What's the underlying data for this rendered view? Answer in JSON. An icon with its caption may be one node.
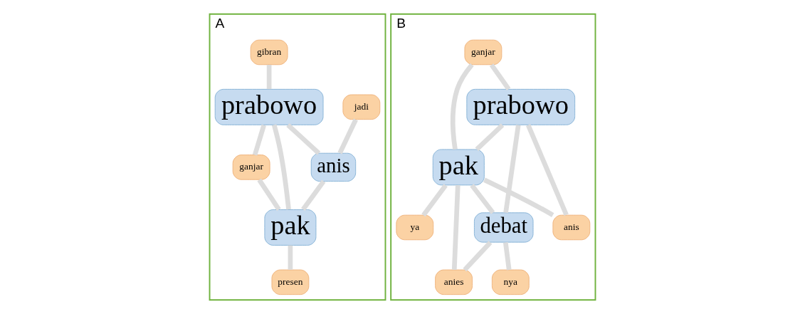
{
  "diagram": {
    "nodes": [
      {
        "text": [
          "A"
        ]
      },
      {
        "text": [
          "jadi"
        ],
        "in": 0
      },
      {
        "text": [
          "anis"
        ],
        "in": 0
      },
      {
        "text": [
          "gibran"
        ],
        "in": 0
      },
      {
        "text": [
          "prabowo"
        ],
        "in": 0
      },
      {
        "text": [
          "ganjar"
        ],
        "in": 0
      },
      {
        "text": [
          "presen"
        ],
        "in": 0
      },
      {
        "text": [
          "pak"
        ],
        "in": 0
      },
      {
        "text": [
          "B"
        ]
      },
      {
        "text": [
          "ganjar"
        ],
        "in": 8
      },
      {
        "text": [
          "pak"
        ],
        "in": 8
      },
      {
        "text": [
          "prabowo"
        ],
        "in": 8
      },
      {
        "text": [
          "anis"
        ],
        "in": 8
      },
      {
        "text": [
          "debat"
        ],
        "in": 8
      },
      {
        "text": [
          "ya"
        ],
        "in": 8
      },
      {
        "text": [
          "anies"
        ],
        "in": 8
      },
      {
        "text": [
          "nya"
        ],
        "in": 8
      }
    ],
    "edges": [
      {
        "from": 1,
        "to": 2,
        "arrow": "none"
      },
      {
        "from": 4,
        "to": 2,
        "arrow": "none"
      },
      {
        "from": 3,
        "to": 4,
        "arrow": "none"
      },
      {
        "from": 4,
        "to": 5,
        "arrow": "none"
      },
      {
        "from": 4,
        "to": 7,
        "arrow": "none"
      },
      {
        "from": 2,
        "to": 7,
        "arrow": "none"
      },
      {
        "from": 5,
        "to": 7,
        "arrow": "none"
      },
      {
        "from": 7,
        "to": 6,
        "arrow": "none"
      },
      {
        "from": 9,
        "to": 11,
        "arrow": "none"
      },
      {
        "from": 9,
        "to": 10,
        "arrow": "none"
      },
      {
        "from": 11,
        "to": 10,
        "arrow": "none"
      },
      {
        "from": 11,
        "to": 12,
        "arrow": "none"
      },
      {
        "from": 11,
        "to": 13,
        "arrow": "none"
      },
      {
        "from": 10,
        "to": 12,
        "arrow": "none"
      },
      {
        "from": 10,
        "to": 13,
        "arrow": "none"
      },
      {
        "from": 10,
        "to": 15,
        "arrow": "none"
      },
      {
        "from": 10,
        "to": 14,
        "arrow": "none"
      },
      {
        "from": 13,
        "to": 15,
        "arrow": "none"
      },
      {
        "from": 13,
        "to": 16,
        "arrow": "none"
      }
    ]
  }
}
